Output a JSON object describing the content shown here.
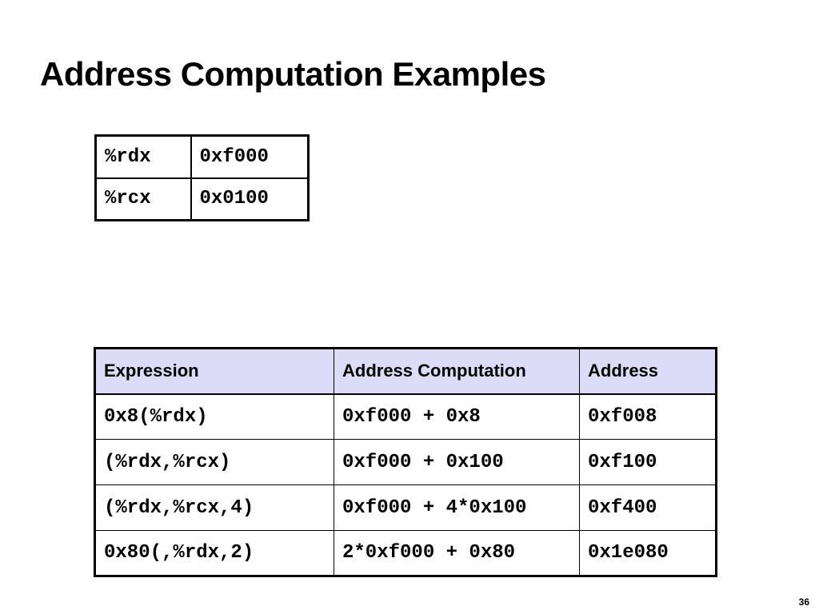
{
  "slide": {
    "title": "Address Computation Examples",
    "page_number": "36"
  },
  "registers": [
    {
      "name": "%rdx",
      "value": "0xf000"
    },
    {
      "name": "%rcx",
      "value": "0x0100"
    }
  ],
  "address_table": {
    "headers": [
      "Expression",
      "Address Computation",
      "Address"
    ],
    "header_bg_color": "#dcdcf8",
    "rows": [
      {
        "expression": "0x8(%rdx)",
        "computation": "0xf000 + 0x8",
        "address": "0xf008"
      },
      {
        "expression": "(%rdx,%rcx)",
        "computation": "0xf000 + 0x100",
        "address": "0xf100"
      },
      {
        "expression": "(%rdx,%rcx,4)",
        "computation": "0xf000 + 4*0x100",
        "address": "0xf400"
      },
      {
        "expression": "0x80(,%rdx,2)",
        "computation": "2*0xf000 + 0x80",
        "address": "0x1e080"
      }
    ]
  }
}
